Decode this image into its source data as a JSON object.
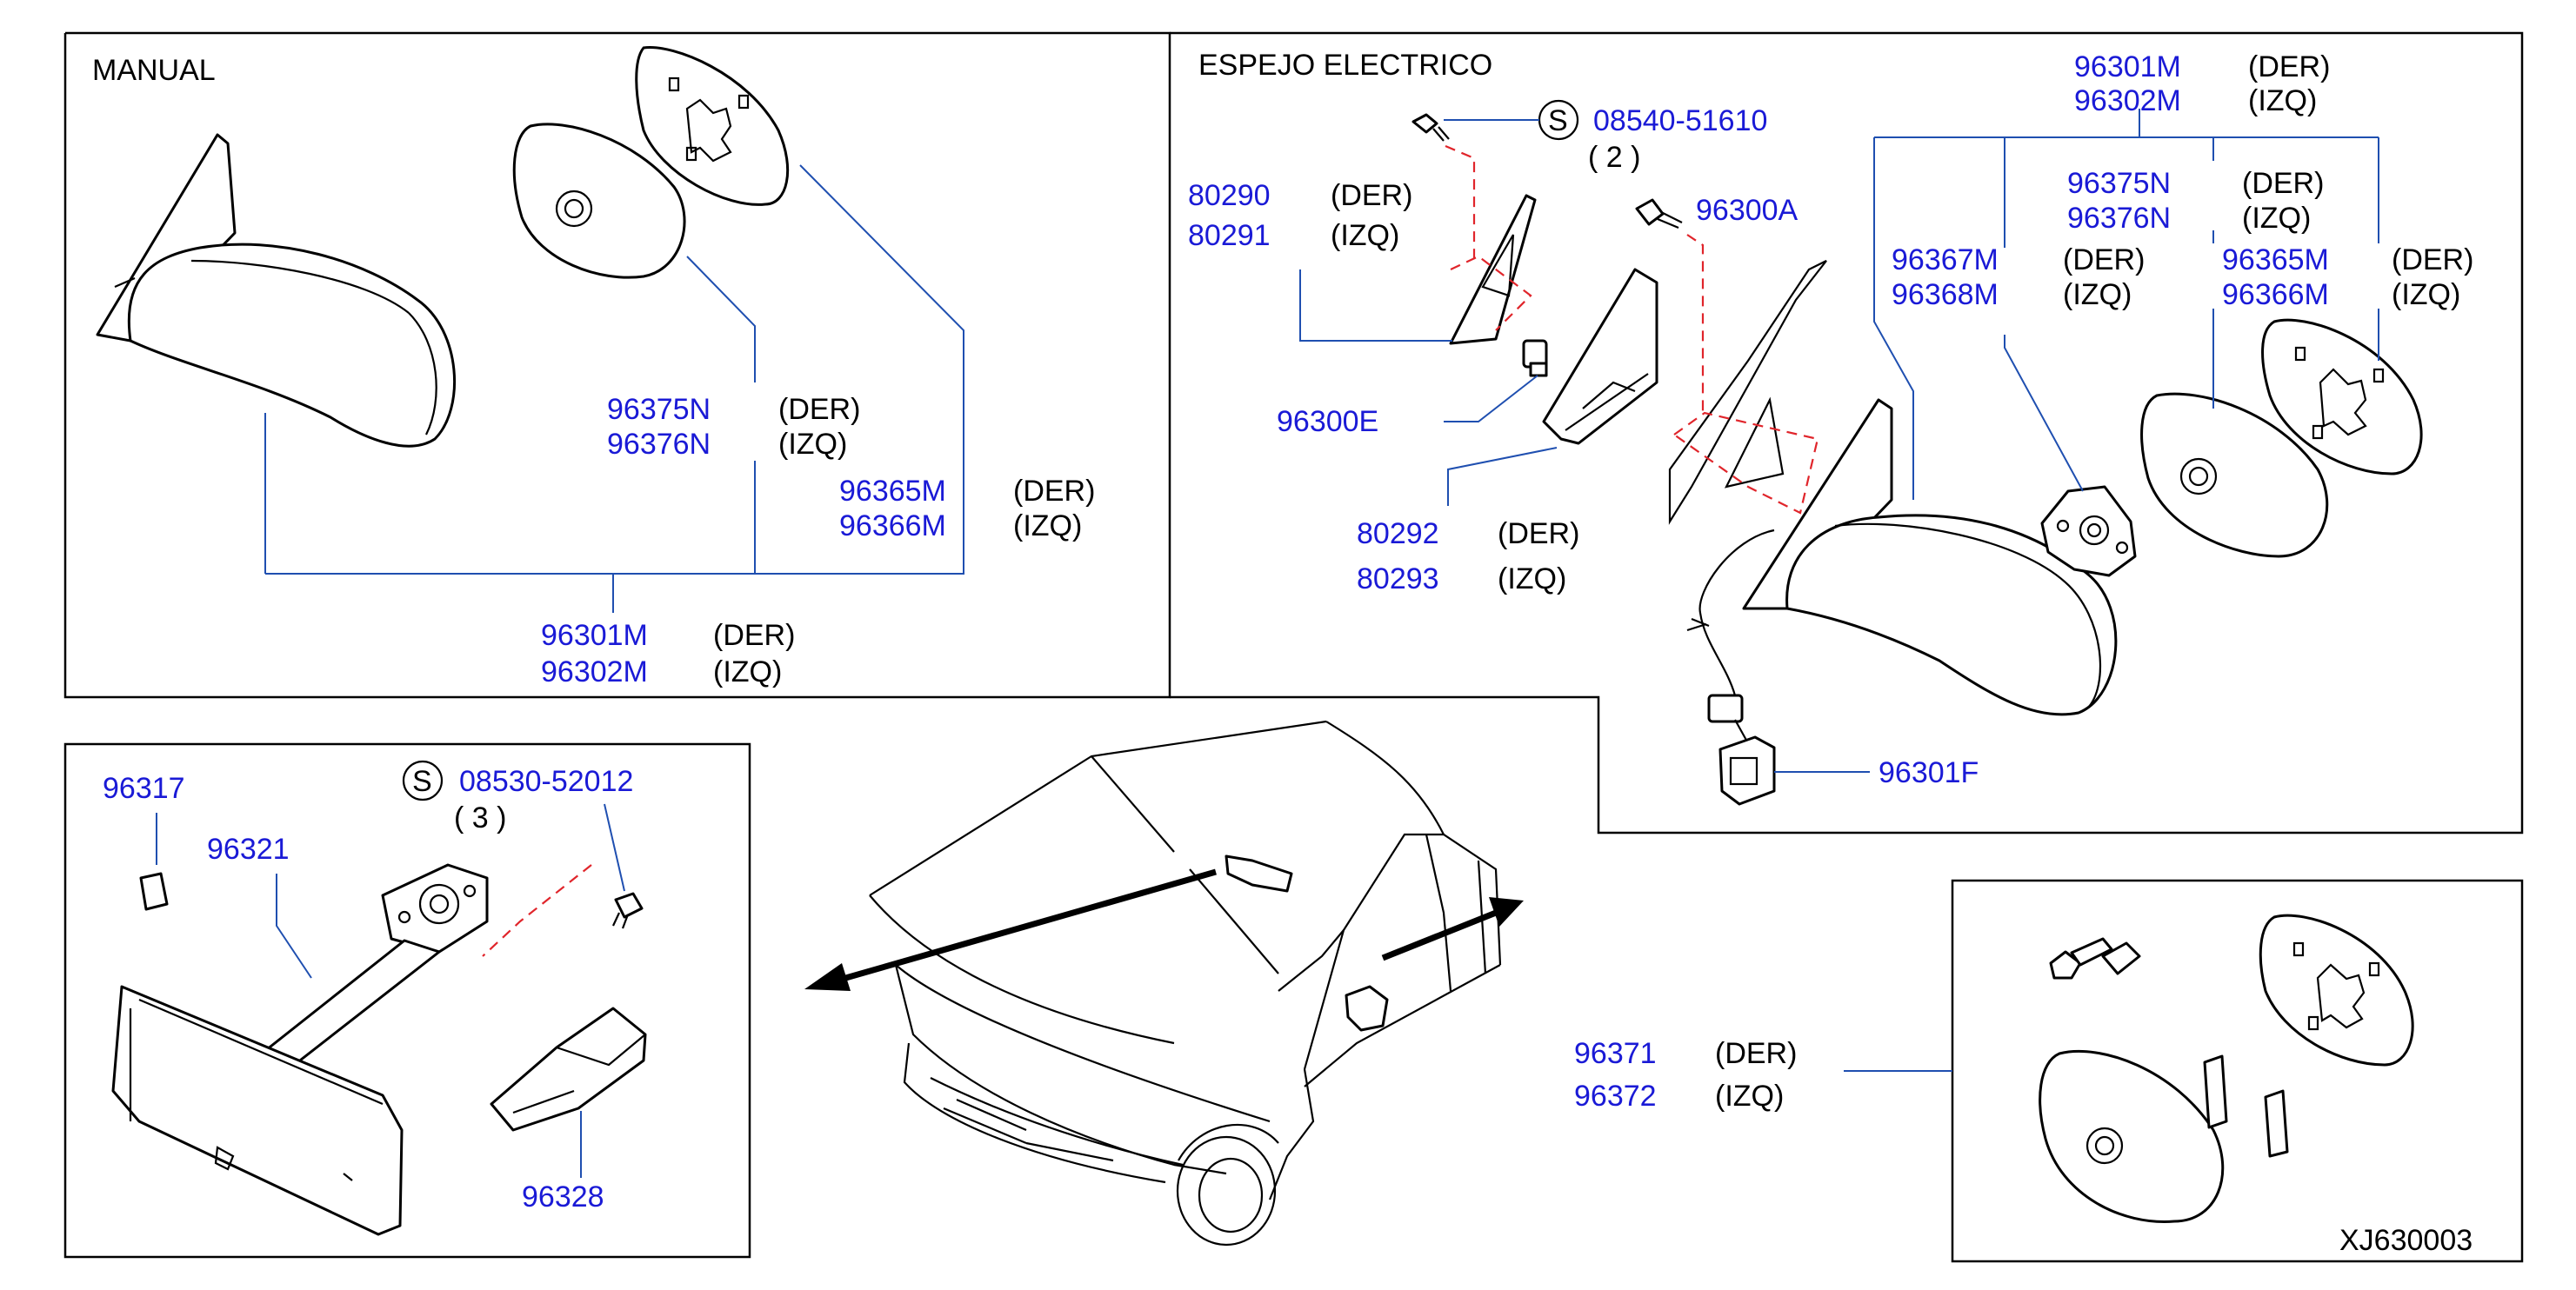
{
  "manual": {
    "title": "MANUAL",
    "p1_code": "96375N",
    "p1_der": "(DER)",
    "p2_code": "96376N",
    "p2_izq": "(IZQ)",
    "p3_code": "96365M",
    "p3_der": "(DER)",
    "p4_code": "96366M",
    "p4_izq": "(IZQ)",
    "p5_code": "96301M",
    "p5_der": "(DER)",
    "p6_code": "96302M",
    "p6_izq": "(IZQ)"
  },
  "electric": {
    "title": "ESPEJO   ELECTRICO",
    "screw_symbol": "S",
    "screw_code": "08540-51610",
    "screw_qty": "( 2 )",
    "a1": "80290",
    "a1s": "(DER)",
    "a2": "80291",
    "a2s": "(IZQ)",
    "bolt": "96300A",
    "clip": "96300E",
    "b1": "80292",
    "b1s": "(DER)",
    "b2": "80293",
    "b2s": "(IZQ)",
    "c1": "96301M",
    "c1s": "(DER)",
    "c2": "96302M",
    "c2s": "(IZQ)",
    "d1": "96375N",
    "d1s": "(DER)",
    "d2": "96376N",
    "d2s": "(IZQ)",
    "e1": "96367M",
    "e1s": "(DER)",
    "e2": "96368M",
    "e2s": "(IZQ)",
    "f1": "96365M",
    "f1s": "(DER)",
    "f2": "96366M",
    "f2s": "(IZQ)",
    "connector": "96301F"
  },
  "inner": {
    "screw_symbol": "S",
    "screw_code": "08530-52012",
    "screw_qty": "( 3 )",
    "cap": "96317",
    "mirror": "96321",
    "cover": "96328"
  },
  "kit": {
    "k1": "96371",
    "k1s": "(DER)",
    "k2": "96372",
    "k2s": "(IZQ)"
  },
  "diagram_id": "XJ630003"
}
